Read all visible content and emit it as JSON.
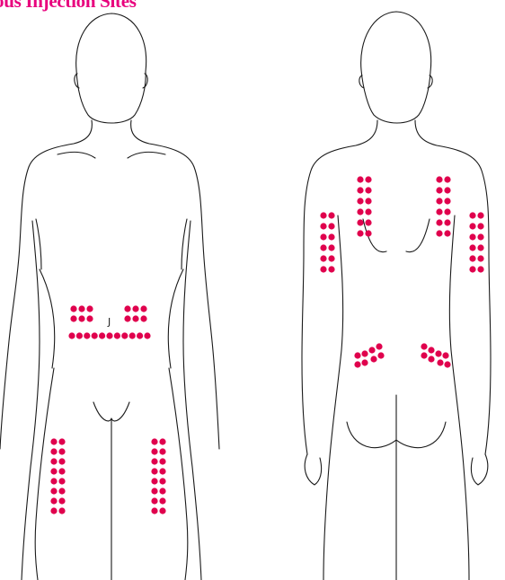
{
  "title": "ous Injection Sites",
  "colors": {
    "title": "#e8007d",
    "injection_dot": "#e0004d",
    "outline": "#1a1a1a",
    "background": "#ffffff"
  },
  "figures": [
    {
      "view": "front",
      "regions": [
        "abdomen",
        "left-thigh",
        "right-thigh"
      ]
    },
    {
      "view": "back",
      "regions": [
        "left-upper-arm",
        "right-upper-arm",
        "left-upper-back",
        "right-upper-back",
        "left-lower-back",
        "right-lower-back"
      ]
    }
  ]
}
